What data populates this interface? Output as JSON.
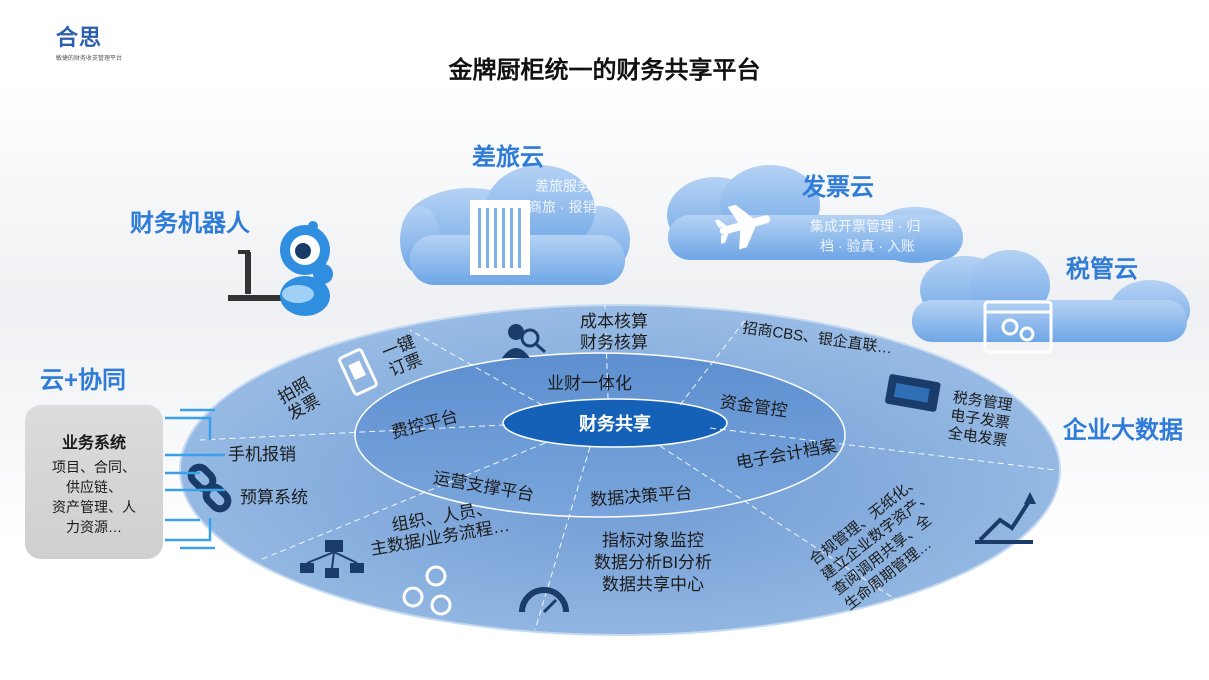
{
  "logo": {
    "name": "合思",
    "tagline": "敏捷的财务收支管理平台"
  },
  "title": "金牌厨柜统一的财务共享平台",
  "clouds": {
    "travel": {
      "label": "差旅云",
      "sub1": "差旅服务",
      "sub2": "商旅 · 报销"
    },
    "invoice": {
      "label": "发票云",
      "sub1": "集成开票管理 · 归",
      "sub2": "档 · 验真 · 入账"
    },
    "tax": {
      "label": "税管云"
    }
  },
  "side_labels": {
    "robot": "财务机器人",
    "cloud_collab": "云+协同",
    "big_data": "企业大数据"
  },
  "biz": {
    "heading": "业务系统",
    "lines": [
      "项目、合同、",
      "供应链、",
      "资产管理、人",
      "力资源…"
    ]
  },
  "connectors": {
    "mobile_expense": "手机报销",
    "budget": "预算系统"
  },
  "outer": {
    "photo_line1": "拍照",
    "photo_line2": "发票",
    "ticket_line1": "一键",
    "ticket_line2": "订票",
    "cost_line1": "成本核算",
    "cost_line2": "财务核算",
    "bank": "招商CBS、银企直联…",
    "tax_line1": "税务管理",
    "tax_line2": "电子发票",
    "tax_line3": "全电发票",
    "compliance1": "合规管理、无纸化、",
    "compliance2": "建立企业数字资产、",
    "compliance3": "查阅调用共享、全",
    "compliance4": "生命周期管理…",
    "indicator1": "指标对象监控",
    "indicator2": "数据分析BI分析",
    "indicator3": "数据共享中心",
    "org1": "组织、人员、",
    "org2": "主数据/业务流程…"
  },
  "middle": {
    "expense": "费控平台",
    "biz_fin": "业财一体化",
    "fund": "资金管控",
    "archive": "电子会计档案",
    "decision": "数据决策平台",
    "ops": "运营支撑平台"
  },
  "center": "财务共享",
  "colors": {
    "outer": "#8fb5e0",
    "middle": "#6e9ad3",
    "inner": "#5587c9",
    "core": "#1561b8",
    "accent": "#2e7bd8"
  }
}
